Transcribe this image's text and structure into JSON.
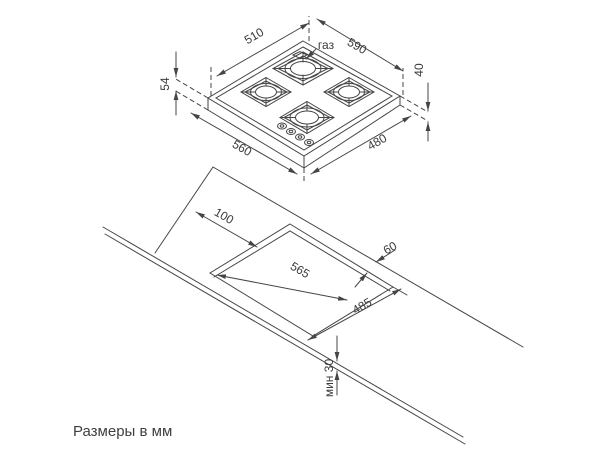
{
  "units_note": "Размеры в мм",
  "hob_view": {
    "gas_label": "газ",
    "dim_top_left_edge": "510",
    "dim_top_right_edge": "590",
    "dim_left_thickness": "54",
    "dim_right_thickness": "40",
    "dim_bottom_left_edge": "560",
    "dim_bottom_right_edge": "480"
  },
  "cutout_view": {
    "dim_front_offset": "100",
    "dim_cutout_length": "565",
    "dim_back_gap": "60",
    "dim_cutout_depth": "485",
    "dim_min_clearance": "мин 30"
  },
  "colors": {
    "line": "#454545",
    "text": "#3a3a3a",
    "background": "#ffffff"
  }
}
